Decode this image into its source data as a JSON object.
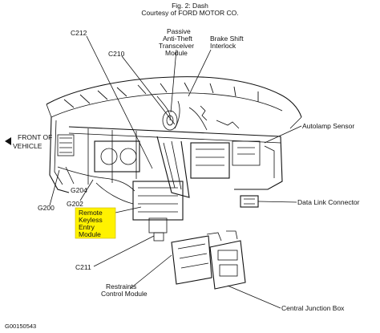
{
  "header": {
    "figure": "Fig. 2: Dash",
    "courtesy": "Courtesy of FORD MOTOR CO."
  },
  "labels": {
    "c212": "C212",
    "c210": "C210",
    "patm_1": "Passive",
    "patm_2": "Anti-Theft",
    "patm_3": "Transceiver",
    "patm_4": "Module",
    "bsi_1": "Brake Shift",
    "bsi_2": "Interlock",
    "autolamp": "Autolamp Sensor",
    "front_1": "FRONT OF",
    "front_2": "VEHICLE",
    "g204": "G204",
    "g202": "G202",
    "g200": "G200",
    "rkem_1": "Remote",
    "rkem_2": "Keyless",
    "rkem_3": "Entry",
    "rkem_4": "Module",
    "dlc": "Data Link Connector",
    "c211": "C211",
    "rcm_1": "Restraints",
    "rcm_2": "Control Module",
    "cjb": "Central Junction Box"
  },
  "footer": {
    "code": "G00150543"
  },
  "colors": {
    "highlight": "#fff200",
    "ink": "#111111"
  },
  "icons": {
    "front_arrow": "filled-triangle-arrow-left"
  }
}
